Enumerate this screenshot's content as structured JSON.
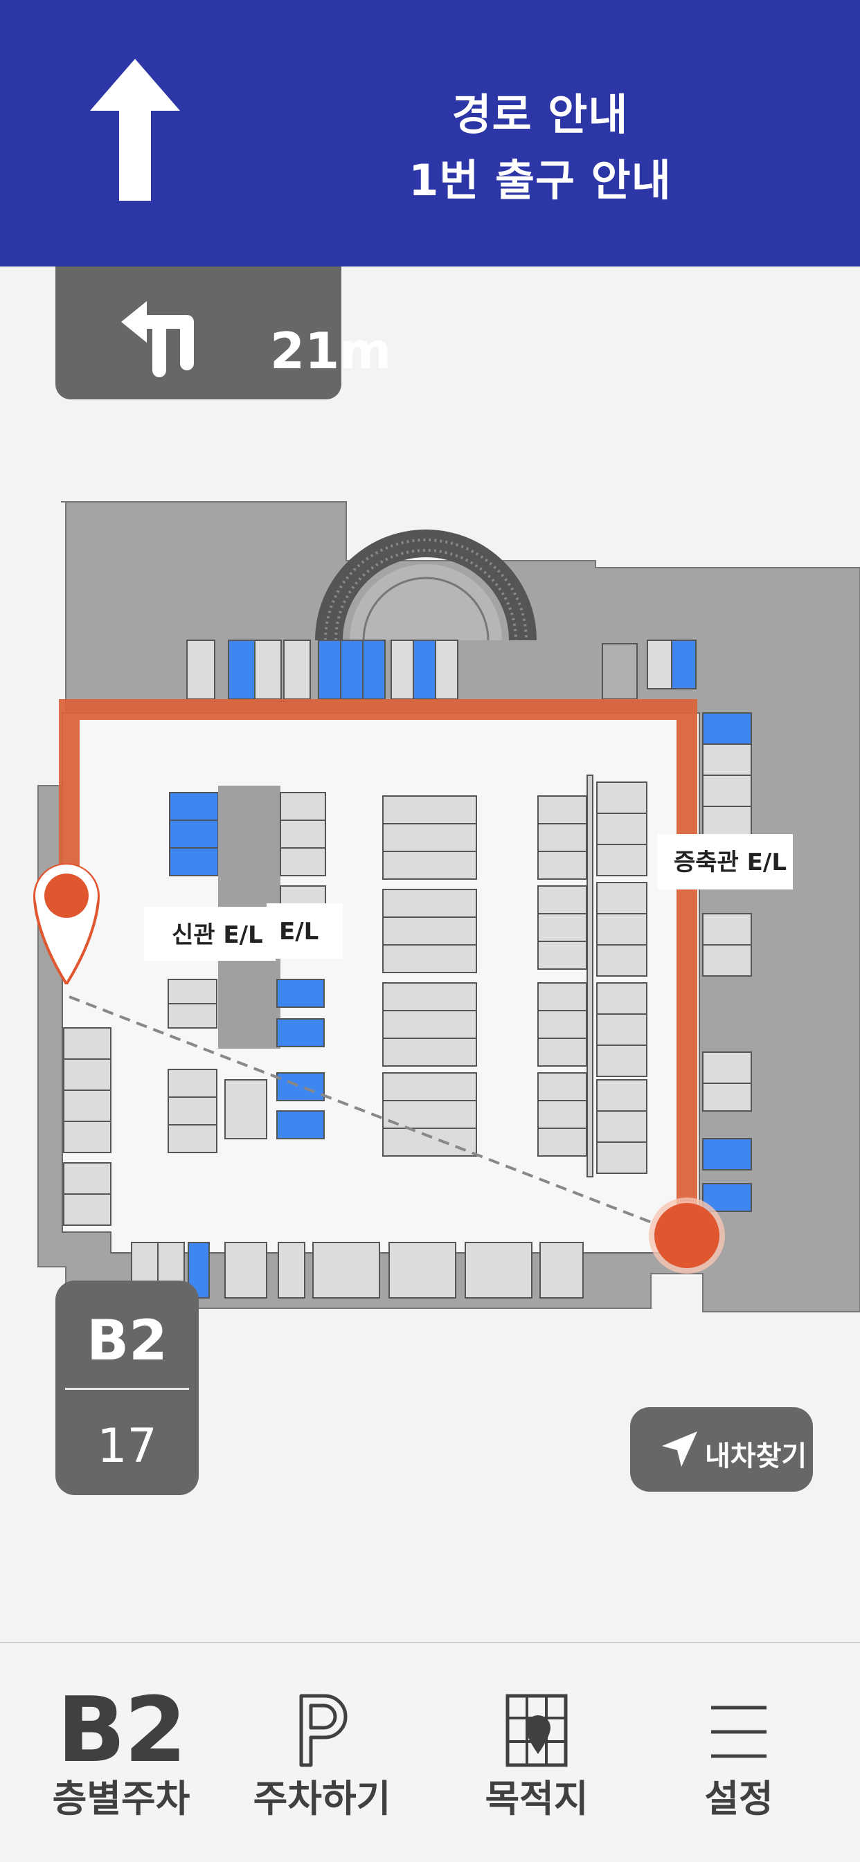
{
  "header": {
    "line1": "경로 안내",
    "line2": "1번 출구 안내"
  },
  "turn": {
    "distance": "21m",
    "direction_icon": "turn-left-arrow-icon"
  },
  "map": {
    "labels": {
      "new_building_el": "신관 E/L",
      "new_building_el_partial": "E/L",
      "extension_el": "증축관 E/L"
    },
    "colors": {
      "route": "#d9643c",
      "blue_slot": "#3e86f0",
      "pin": "#e0562f"
    }
  },
  "floor": {
    "name": "B2",
    "count": "17"
  },
  "find_car": {
    "label": "내차찾기"
  },
  "bottom_nav": {
    "items": [
      {
        "icon_text": "B2",
        "label": "층별주차"
      },
      {
        "icon_text": "P",
        "label": "주차하기"
      },
      {
        "icon_text": "",
        "label": "목적지"
      },
      {
        "icon_text": "",
        "label": "설정"
      }
    ]
  }
}
